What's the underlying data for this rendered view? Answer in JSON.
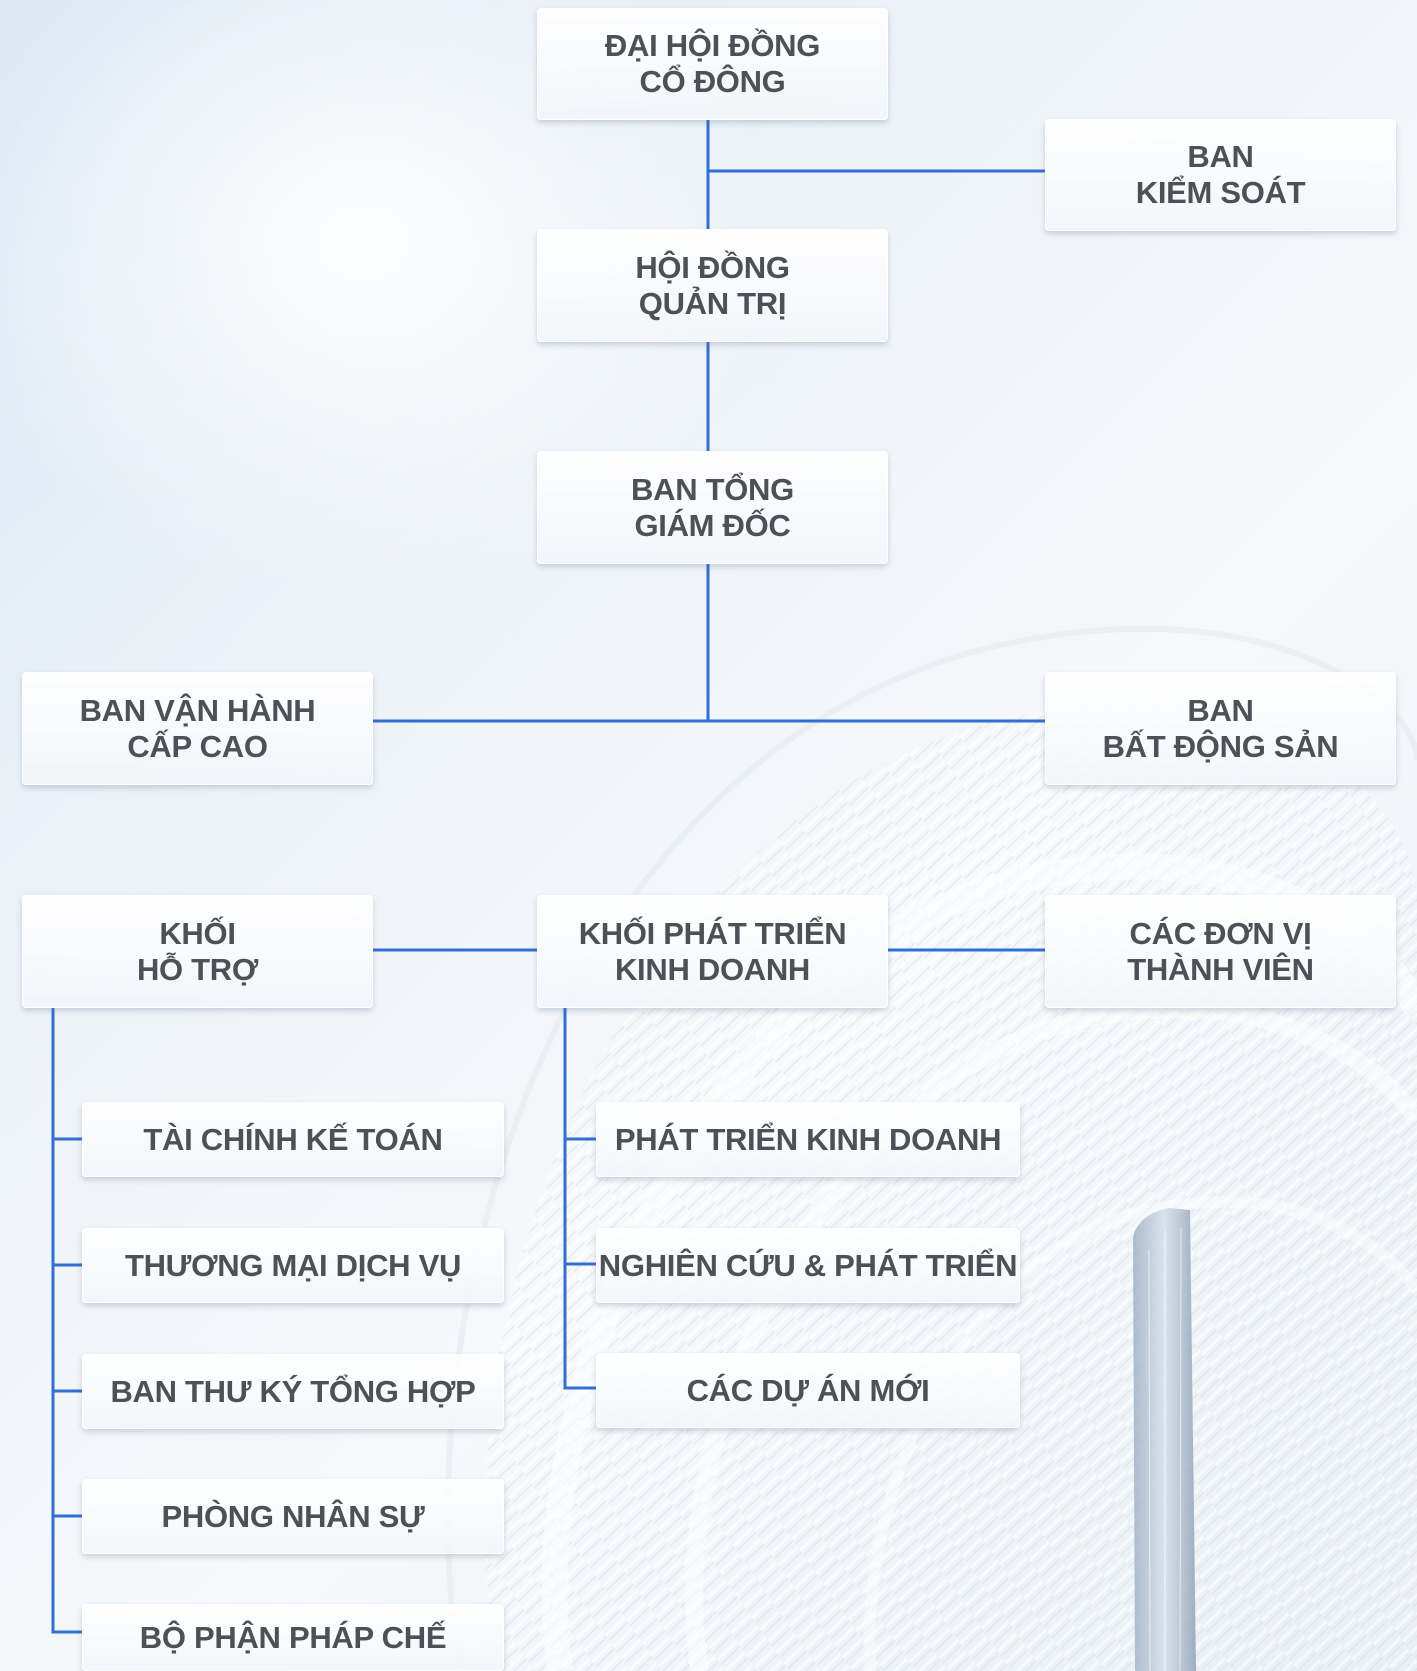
{
  "colors": {
    "connector": "#2f6fd6",
    "label_text": "#4d5157",
    "background": "#eef3f8"
  },
  "org_chart": {
    "shareholders": "ĐẠI HỘI ĐỒNG\nCỔ ĐÔNG",
    "supervisory_board": "BAN\nKIỂM SOÁT",
    "board_of_directors": "HỘI ĐỒNG\nQUẢN TRỊ",
    "general_directors": "BAN TỔNG\nGIÁM ĐỐC",
    "senior_operations": "BAN VẬN HÀNH\nCẤP CAO",
    "real_estate": "BAN\nBẤT ĐỘNG SẢN",
    "support_division": "KHỐI\nHỖ TRỢ",
    "business_development_division": "KHỐI PHÁT TRIỂN\nKINH DOANH",
    "member_units": "CÁC ĐƠN VỊ\nTHÀNH VIÊN",
    "support_units": [
      "TÀI CHÍNH KẾ TOÁN",
      "THƯƠNG MẠI DỊCH VỤ",
      "BAN THƯ KÝ TỔNG HỢP",
      "PHÒNG NHÂN SỰ",
      "BỘ PHẬN PHÁP CHẾ"
    ],
    "business_units": [
      "PHÁT TRIỂN KINH DOANH",
      "NGHIÊN CỨU & PHÁT TRIỂN",
      "CÁC DỰ ÁN MỚI"
    ]
  }
}
